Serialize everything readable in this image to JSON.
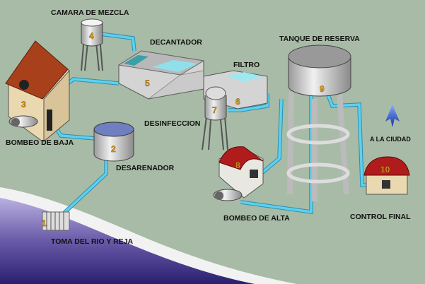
{
  "title": "Water treatment plant process",
  "stations": [
    {
      "number": "1",
      "label": "TOMA DEL RIO Y REJA"
    },
    {
      "number": "2",
      "label": "DESARENADOR"
    },
    {
      "number": "3",
      "label": "BOMBEO DE BAJA"
    },
    {
      "number": "4",
      "label": "CAMARA DE MEZCLA"
    },
    {
      "number": "5",
      "label": "DECANTADOR"
    },
    {
      "number": "6",
      "label": "FILTRO"
    },
    {
      "number": "7",
      "label": "DESINFECCION"
    },
    {
      "number": "8",
      "label": "BOMBEO DE ALTA"
    },
    {
      "number": "9",
      "label": "TANQUE DE RESERVA"
    },
    {
      "number": "10",
      "label": "CONTROL FINAL"
    }
  ],
  "city_arrow": {
    "label": "A LA CIUDAD",
    "icon": "arrow-up-icon"
  },
  "colors": {
    "background": "#a8bba6",
    "water": "#5fd0ee",
    "roof": "#a8401c",
    "river": "#6a5aa8",
    "number": "#e0a020"
  }
}
